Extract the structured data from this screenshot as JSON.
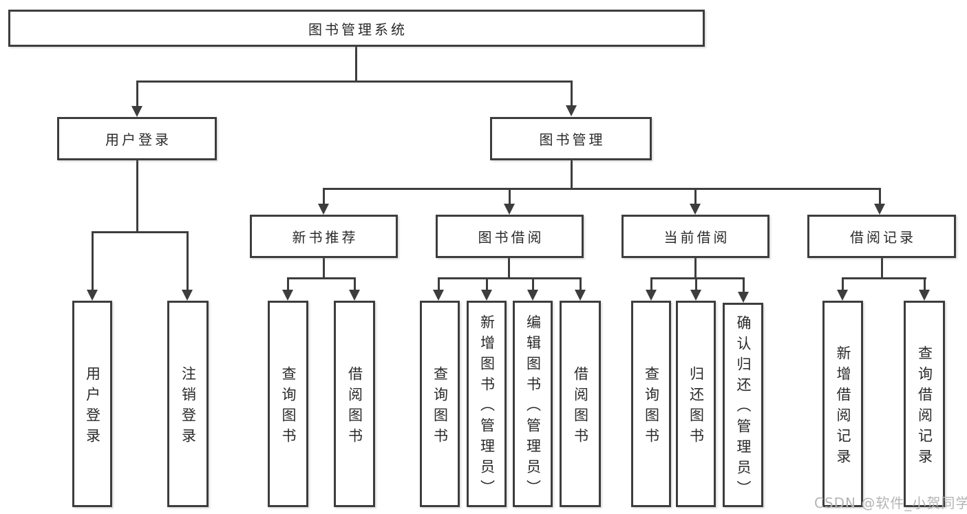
{
  "nodes": {
    "root": "图书管理系统",
    "user_login": "用户登录",
    "book_mgmt": "图书管理",
    "new_book_rec": "新书推荐",
    "book_borrow": "图书借阅",
    "current_borrow": "当前借阅",
    "borrow_record": "借阅记录",
    "login": "用户登录",
    "logout": "注销登录",
    "nbr_query_book": "查询图书",
    "nbr_borrow_book": "借阅图书",
    "bb_query_book": "查询图书",
    "bb_add_book": "新增图书（管理员）",
    "bb_edit_book": "编辑图书（管理员）",
    "bb_borrow_book": "借阅图书",
    "cb_query_book": "查询图书",
    "cb_return_book": "归还图书",
    "cb_confirm_return": "确认归还（管理员）",
    "br_add_record": "新增借阅记录",
    "br_query_record": "查询借阅记录"
  },
  "colors": {
    "line": "#3d3d3d",
    "text": "#2a2a2a",
    "watermark_text": "#b4b4b4"
  },
  "watermark": "CSDN @软件_小贺同学"
}
